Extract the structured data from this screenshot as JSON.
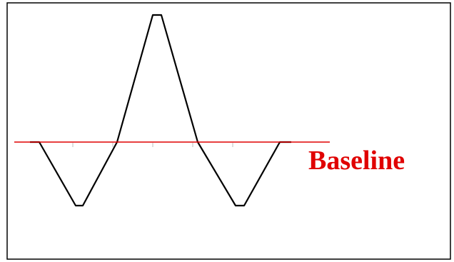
{
  "diagram": {
    "baseline_label": "Baseline",
    "colors": {
      "baseline": "#e00000",
      "label": "#e00000",
      "waveform": "#000000",
      "frame": "#000000",
      "background": "#ffffff"
    },
    "waveform_levels": [
      0,
      0,
      -1,
      -1,
      0,
      2,
      2,
      0,
      -1,
      -1,
      0,
      0
    ]
  }
}
